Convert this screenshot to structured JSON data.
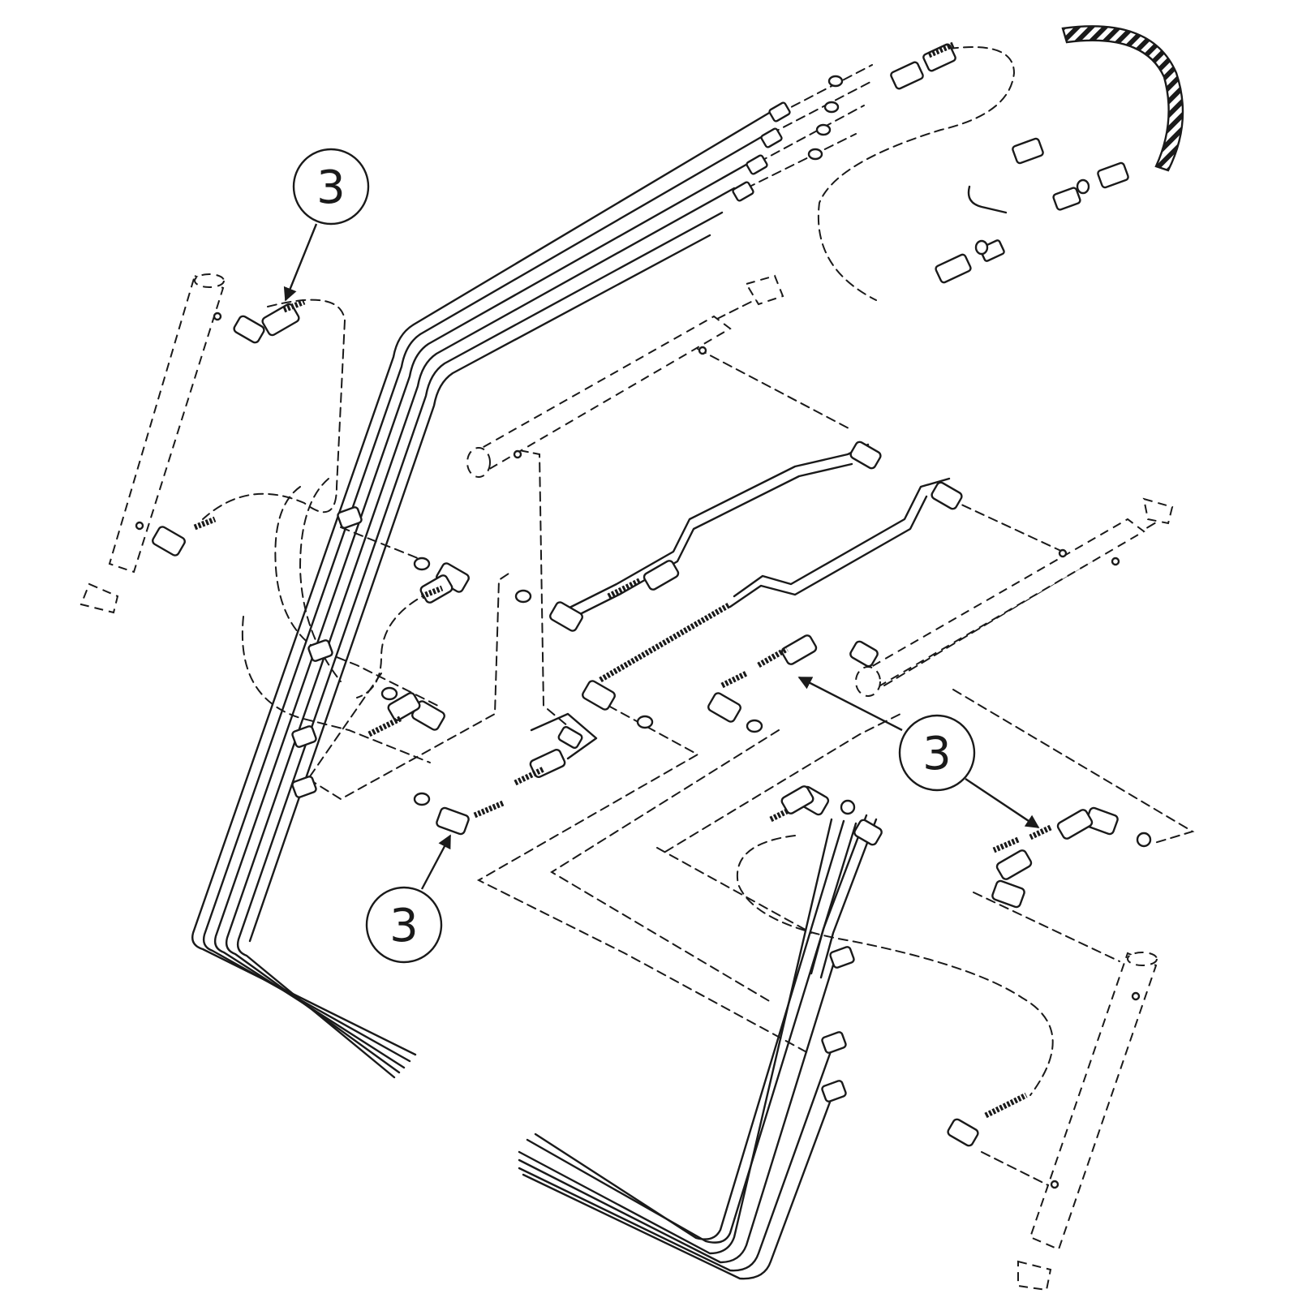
{
  "callouts": [
    {
      "label": "3"
    },
    {
      "label": "3"
    },
    {
      "label": "3"
    }
  ]
}
